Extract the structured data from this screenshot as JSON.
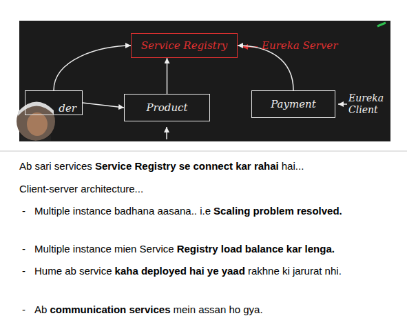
{
  "diagram": {
    "nodes": [
      {
        "text": [
          "Service Registry"
        ]
      },
      {
        "text": [
          "der"
        ]
      },
      {
        "text": [
          "Product"
        ]
      },
      {
        "text": [
          "Payment"
        ]
      }
    ],
    "edges": [
      {
        "from": 1,
        "to": 0,
        "arrow": "to"
      },
      {
        "from": 2,
        "to": 0,
        "arrow": "to"
      },
      {
        "from": 3,
        "to": 0,
        "arrow": "to"
      },
      {
        "from": 1,
        "to": 2,
        "arrow": "to"
      }
    ],
    "labels": [
      "Eureka Server",
      "Eureka Client",
      "Ab sari services",
      "Service Registry se connect kar rahai",
      "hai...",
      "Client-server architecture...",
      "-",
      "Multiple instance badhana aasana.. i.e",
      "Scaling problem resolved.",
      "-",
      "Multiple instance mien Service",
      "Registry load balance kar lenga.",
      "-",
      "Hume ab service",
      "kaha deployed hai ye yaad",
      "rakhne ki jarurat nhi.",
      "-",
      "Ab",
      "communication services",
      "mein assan ho gya."
    ]
  }
}
